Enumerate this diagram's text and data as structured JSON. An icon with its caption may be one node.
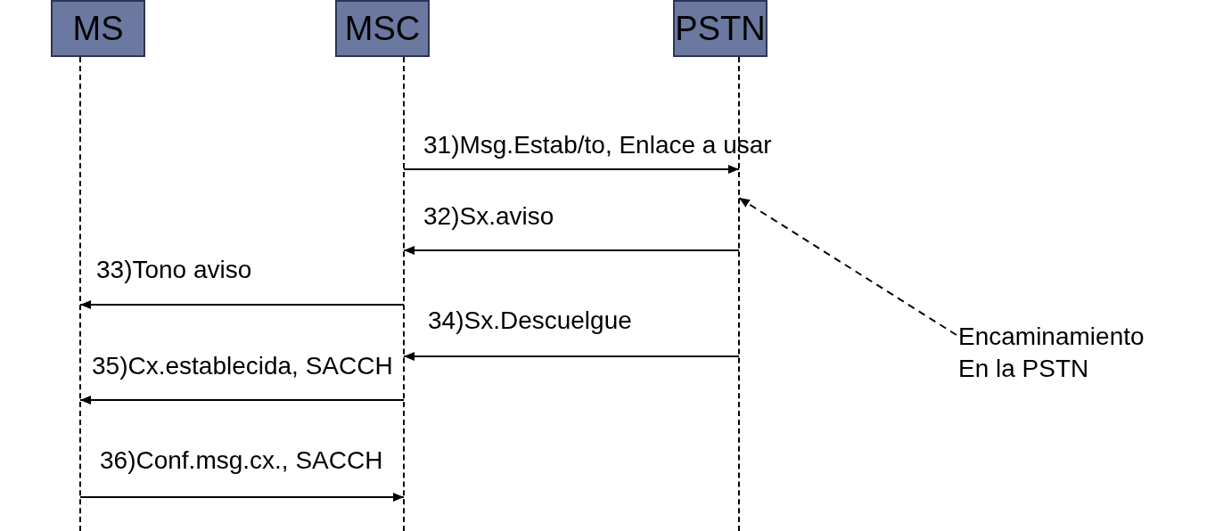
{
  "diagram": {
    "nodes": [
      {
        "text": [
          "MS"
        ]
      },
      {
        "text": [
          "MSC"
        ]
      },
      {
        "text": [
          "PSTN"
        ]
      },
      {
        "text": [],
        "shape": "line"
      },
      {
        "text": [],
        "shape": "line"
      },
      {
        "text": [],
        "shape": "line"
      },
      {
        "text": [
          "Encaminamiento En la PSTN"
        ]
      }
    ],
    "edges": [
      {
        "from": 4,
        "to": 5,
        "arrow": "to",
        "label": "31)Msg.Estab/to, Enlace a usar"
      },
      {
        "from": 5,
        "to": 4,
        "arrow": "to",
        "label": "32)Sx.aviso"
      },
      {
        "from": 4,
        "to": 3,
        "arrow": "to",
        "label": "33)Tono aviso"
      },
      {
        "from": 5,
        "to": 4,
        "arrow": "to",
        "label": "34)Sx.Descuelgue"
      },
      {
        "from": 4,
        "to": 3,
        "arrow": "to",
        "label": "35)Cx.establecida, SACCH"
      },
      {
        "from": 3,
        "to": 4,
        "arrow": "to",
        "label": "36)Conf.msg.cx., SACCH"
      },
      {
        "from": 6,
        "to": 5,
        "arrow": "to",
        "style": "dashed"
      }
    ]
  }
}
